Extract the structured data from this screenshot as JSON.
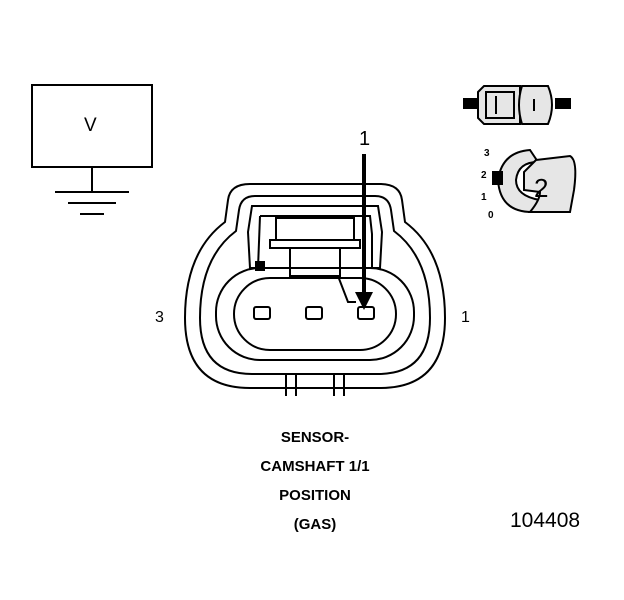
{
  "symbol": {
    "voltmeter_letter": "V"
  },
  "callouts": {
    "main_arrow": "1",
    "pin_left": "3",
    "pin_right": "1"
  },
  "position_scale": {
    "ticks": [
      "3",
      "2",
      "1",
      "0"
    ],
    "big_number": "2"
  },
  "caption": {
    "lines": [
      "SENSOR-",
      "CAMSHAFT 1/1",
      "POSITION",
      "(GAS)"
    ]
  },
  "figure_number": "104408",
  "colors": {
    "line": "#000000",
    "fill_gray": "#e6e6e6",
    "background": "#ffffff"
  }
}
